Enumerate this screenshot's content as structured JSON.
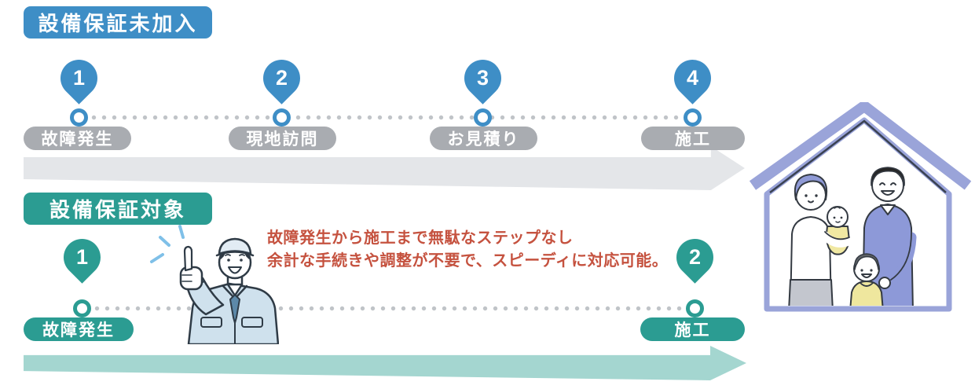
{
  "plans": [
    {
      "id": "uninsured",
      "title": "設備保証未加入",
      "steps": [
        {
          "number": "1",
          "label": "故障発生"
        },
        {
          "number": "2",
          "label": "現地訪問"
        },
        {
          "number": "3",
          "label": "お見積り"
        },
        {
          "number": "4",
          "label": "施工"
        }
      ]
    },
    {
      "id": "covered",
      "title": "設備保証対象",
      "steps": [
        {
          "number": "1",
          "label": "故障発生"
        },
        {
          "number": "2",
          "label": "施工"
        }
      ]
    }
  ],
  "callout": {
    "line1": "故障発生から施工まで無駄なステップなし",
    "line2": "余計な手続きや調整が不要で、スピーディに対応可能。"
  },
  "icons": {
    "worker": "pointing-worker-illustration",
    "house": "family-in-house-illustration"
  },
  "colors": {
    "blue": "#3e8ec6",
    "teal": "#2b9c92",
    "gray_label": "#a9acb1",
    "gray_arrow": "#e4e6e9",
    "teal_arrow": "#a4d6d0",
    "callout_red": "#c5523f",
    "dot": "#c0c4c8",
    "house": "#9aa4d9"
  }
}
